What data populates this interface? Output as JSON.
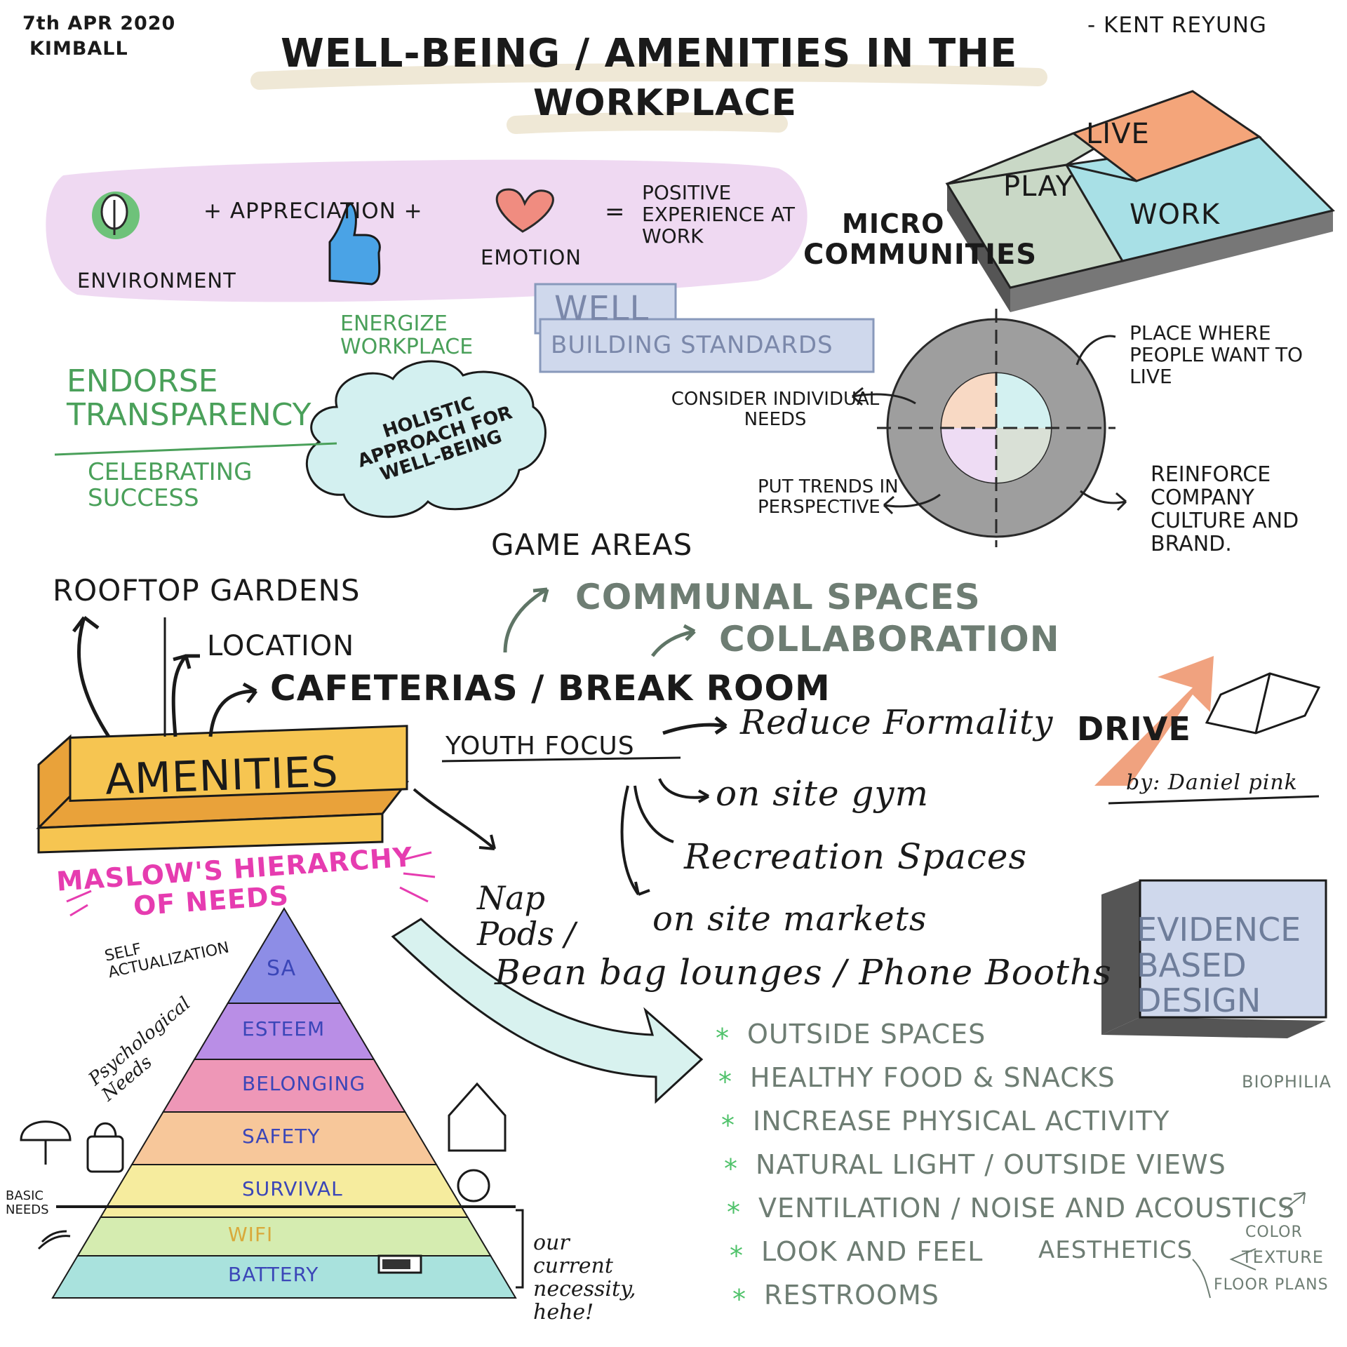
{
  "header": {
    "date": "7th APR 2020",
    "event": "KIMBALL",
    "author": "- KENT REYUNG",
    "title_line1": "WELL-BEING / AMENITIES IN THE",
    "title_line2": "WORKPLACE"
  },
  "formula": {
    "environment": "ENVIRONMENT",
    "appreciation": "+ APPRECIATION +",
    "emotion": "EMOTION",
    "equals": "=",
    "result": "POSITIVE EXPERIENCE AT WORK"
  },
  "micro": {
    "label_line1": "MICRO",
    "label_line2": "COMMUNITIES",
    "live": "LIVE",
    "play": "PLAY",
    "work": "WORK"
  },
  "well": {
    "title": "WELL",
    "subtitle": "BUILDING STANDARDS"
  },
  "green_notes": {
    "energize": "ENERGIZE WORKPLACE",
    "endorse": "ENDORSE TRANSPARENCY",
    "celebrating": "CELEBRATING SUCCESS",
    "holistic": "HOLISTIC APPROACH FOR WELL-BEING"
  },
  "wheel": {
    "place": "PLACE WHERE PEOPLE WANT TO LIVE",
    "consider": "CONSIDER INDIVIDUAL NEEDS",
    "trends": "PUT TRENDS IN PERSPECTIVE",
    "reinforce": "REINFORCE COMPANY CULTURE AND BRAND."
  },
  "amenities": {
    "label": "AMENITIES",
    "rooftop": "ROOFTOP GARDENS",
    "location": "LOCATION",
    "cafeterias": "CAFETERIAS / BREAK ROOM",
    "game_areas": "GAME AREAS",
    "communal": "COMMUNAL SPACES",
    "collaboration": "COLLABORATION",
    "youth": "YOUTH FOCUS",
    "reduce": "Reduce Formality",
    "gym": "on site gym",
    "recreation": "Recreation Spaces",
    "markets": "on site markets",
    "nap": "Nap Pods /",
    "bean": "Bean bag lounges / Phone Booths"
  },
  "drive": {
    "title": "DRIVE",
    "by": "by: Daniel pink"
  },
  "ebd": {
    "label": "EVIDENCE BASED DESIGN"
  },
  "ebd_list": {
    "items": [
      "OUTSIDE SPACES",
      "HEALTHY FOOD & SNACKS",
      "INCREASE PHYSICAL ACTIVITY",
      "NATURAL LIGHT / OUTSIDE VIEWS",
      "VENTILATION / NOISE AND ACOUSTICS",
      "LOOK AND FEEL",
      "RESTROOMS"
    ],
    "biophilia": "BIOPHILIA",
    "aesthetics": "AESTHETICS",
    "aesthetics_sub": [
      "COLOR",
      "TEXTURE",
      "FLOOR PLANS"
    ]
  },
  "maslow": {
    "title_line1": "MASLOW'S HIERARCHY",
    "title_line2": "OF NEEDS",
    "self_act": "SELF ACTUALIZATION",
    "psych": "Psychological Needs",
    "basic": "BASIC NEEDS",
    "levels": [
      "SA",
      "ESTEEM",
      "BELONGING",
      "SAFETY",
      "SURVIVAL",
      "WIFI",
      "BATTERY"
    ],
    "colors": [
      "#8d8de6",
      "#b98ee6",
      "#ee97b7",
      "#f7c79a",
      "#f6ec9e",
      "#d5ecb0",
      "#a9e2dd"
    ],
    "note": "our current necessity, hehe!"
  }
}
